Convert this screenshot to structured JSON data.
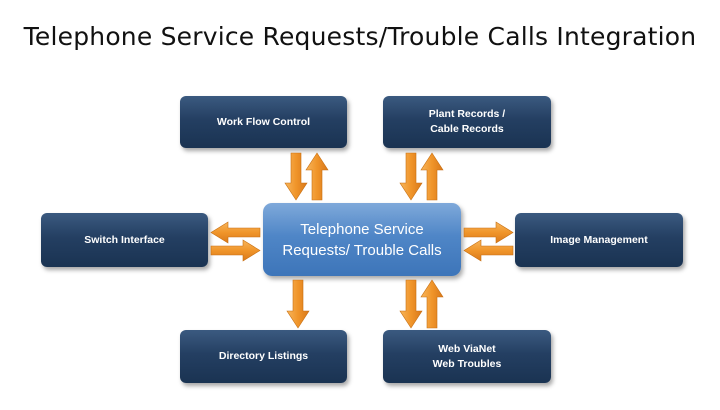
{
  "title": "Telephone Service Requests/Trouble Calls Integration",
  "center": {
    "label": "Telephone Service\nRequests/ Trouble Calls"
  },
  "nodes": {
    "workflow": "Work Flow Control",
    "plant": "Plant Records /\nCable Records",
    "switch": "Switch Interface",
    "image": "Image Management",
    "directory": "Directory Listings",
    "webvianet": "Web ViaNet\nWeb Troubles"
  },
  "connections": [
    {
      "from": "workflow",
      "to": "center",
      "direction": "both"
    },
    {
      "from": "plant",
      "to": "center",
      "direction": "both"
    },
    {
      "from": "switch",
      "to": "center",
      "direction": "both"
    },
    {
      "from": "image",
      "to": "center",
      "direction": "both"
    },
    {
      "from": "center",
      "to": "directory",
      "direction": "one-way"
    },
    {
      "from": "webvianet",
      "to": "center",
      "direction": "both"
    }
  ],
  "colors": {
    "box": "#243f62",
    "center": "#4f86c7",
    "arrow": "#f0952a"
  }
}
